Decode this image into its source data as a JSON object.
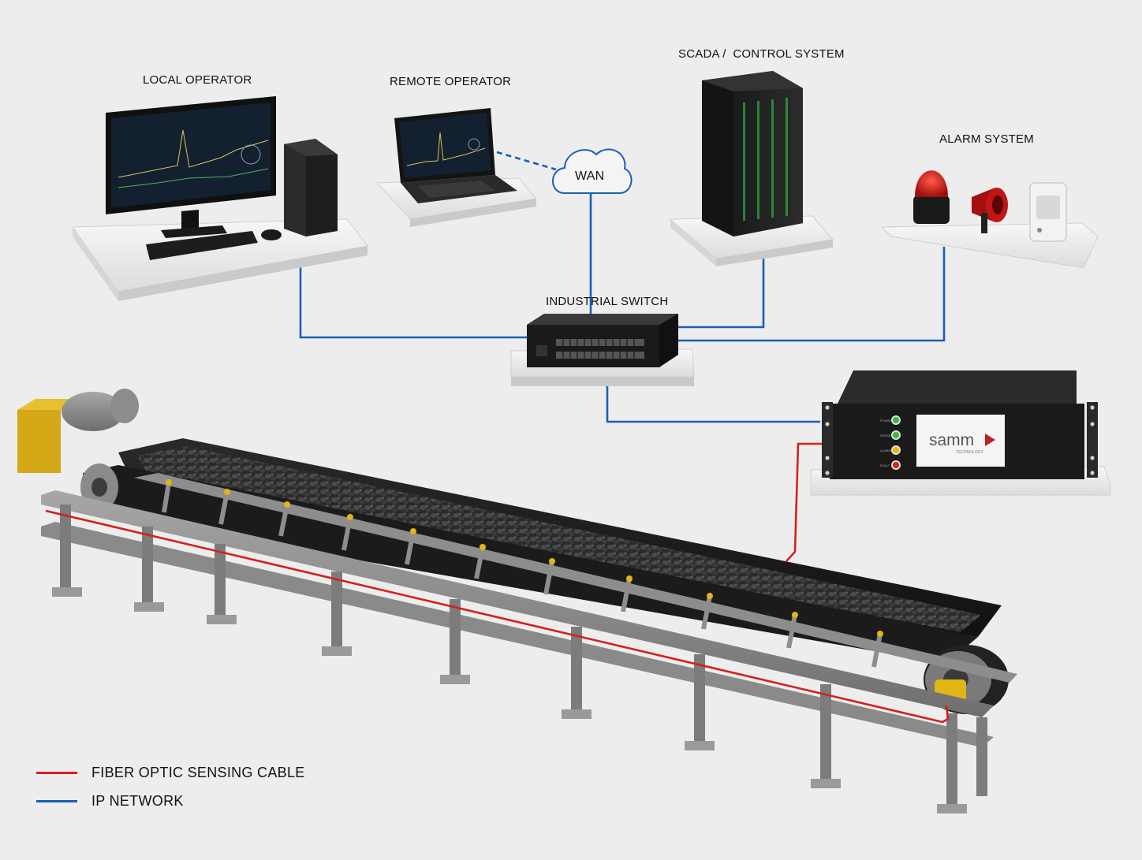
{
  "nodes": {
    "local_operator": "LOCAL OPERATOR",
    "remote_operator": "REMOTE OPERATOR",
    "wan": "WAN",
    "scada": "SCADA /  CONTROL SYSTEM",
    "alarm": "ALARM SYSTEM",
    "switch": "INDUSTRIAL SWITCH"
  },
  "device": {
    "brand": "samm",
    "brand_sub": "TECHNOLOGY",
    "leds": [
      {
        "label": "POWER",
        "color": "#2fbf3a"
      },
      {
        "label": "SENSE",
        "color": "#2fbf3a"
      },
      {
        "label": "ALARM",
        "color": "#e8b800"
      },
      {
        "label": "FAULT",
        "color": "#d81f1f"
      }
    ]
  },
  "legend": [
    {
      "label": "FIBER OPTIC SENSING CABLE",
      "color": "#d42020"
    },
    {
      "label": "IP NETWORK",
      "color": "#1b5fb5"
    }
  ],
  "colors": {
    "fiber": "#d42020",
    "network": "#1b5fb5",
    "background": "#ededed"
  }
}
